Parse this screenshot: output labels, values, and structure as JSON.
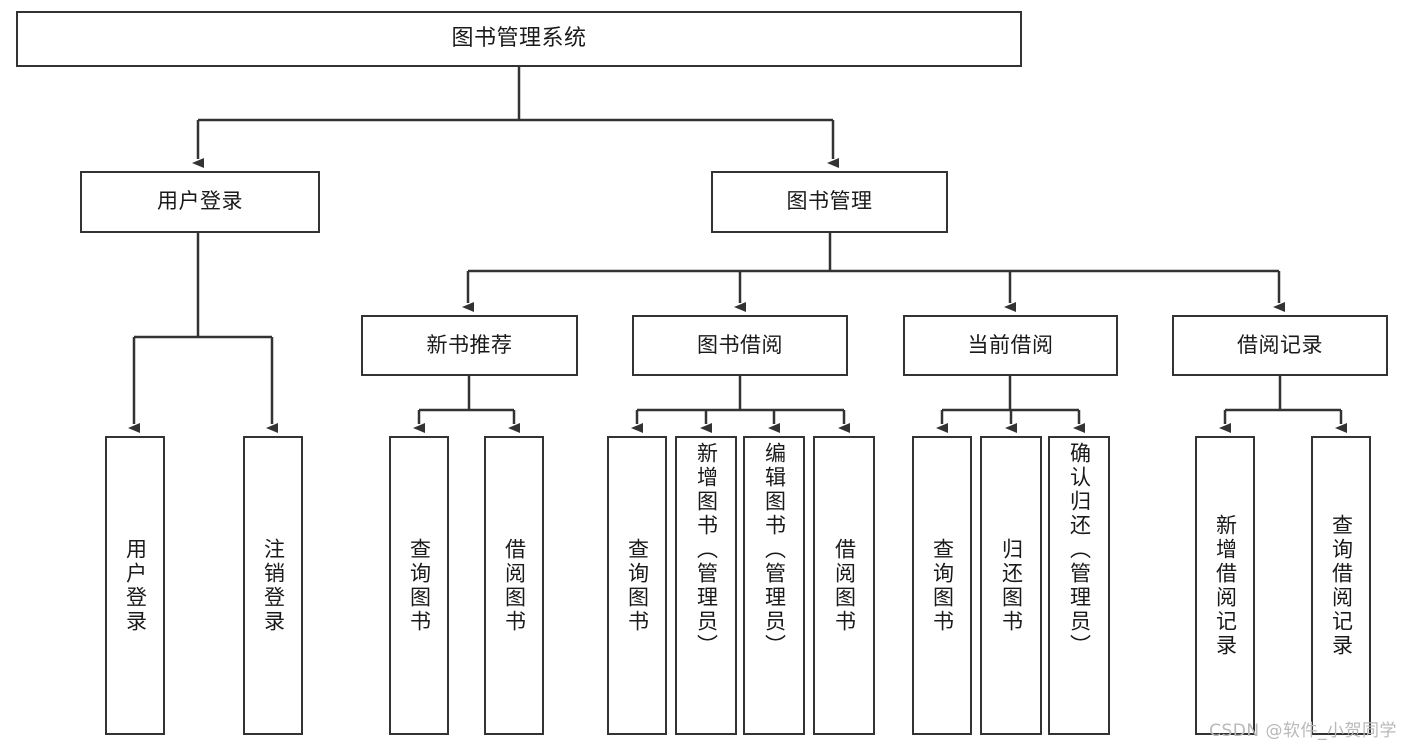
{
  "diagram": {
    "title": "图书管理系统",
    "watermark": "CSDN @软件_小贺同学",
    "style": {
      "box_border_color": "#333333",
      "box_fill": "#ffffff",
      "line_color": "#333333",
      "background": "#ffffff",
      "text_color": "#1a1a1a"
    },
    "nodes": {
      "root": {
        "label": "图书管理系统"
      },
      "level1": [
        {
          "label": "用户登录"
        },
        {
          "label": "图书管理"
        }
      ],
      "level2": [
        {
          "label": "新书推荐"
        },
        {
          "label": "图书借阅"
        },
        {
          "label": "当前借阅"
        },
        {
          "label": "借阅记录"
        }
      ],
      "leaves": {
        "user_login": [
          {
            "label": "用户登录"
          },
          {
            "label": "注销登录"
          }
        ],
        "new_book": [
          {
            "label": "查询图书"
          },
          {
            "label": "借阅图书"
          }
        ],
        "borrow_book": [
          {
            "label": "查询图书"
          },
          {
            "label": "新增图书（管理员）"
          },
          {
            "label": "编辑图书（管理员）"
          },
          {
            "label": "借阅图书"
          }
        ],
        "current_borrow": [
          {
            "label": "查询图书"
          },
          {
            "label": "归还图书"
          },
          {
            "label": "确认归还（管理员）"
          }
        ],
        "borrow_record": [
          {
            "label": "新增借阅记录"
          },
          {
            "label": "查询借阅记录"
          }
        ]
      }
    }
  }
}
